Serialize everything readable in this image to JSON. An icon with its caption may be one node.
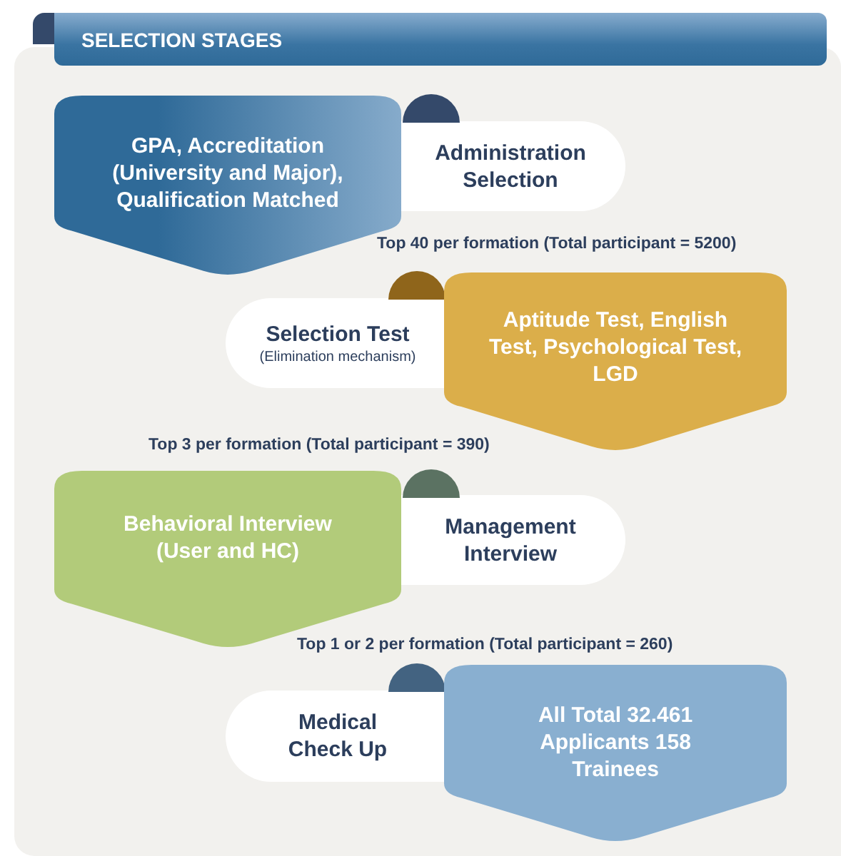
{
  "diagram": {
    "title": "SELECTION STAGES",
    "nodes": [
      {
        "text": [
          "GPA, Accreditation (University and Major), Qualification Matched"
        ]
      },
      {
        "text": [
          "Administration Selection"
        ]
      },
      {
        "text": [
          "Selection Test",
          "(Elimination mechanism)"
        ]
      },
      {
        "text": [
          "Aptitude Test, English Test, Psychological Test, LGD"
        ]
      },
      {
        "text": [
          "Behavioral Interview (User and HC)"
        ]
      },
      {
        "text": [
          "Management Interview"
        ]
      },
      {
        "text": [
          "Medical Check Up"
        ]
      },
      {
        "text": [
          "All Total 32.461 Applicants 158 Trainees"
        ]
      }
    ],
    "labels": [
      "Top 40 per formation (Total participant = 5200)",
      "Top 3 per formation (Total participant = 390)",
      "Top 1 or 2 per formation (Total participant = 260)"
    ]
  }
}
